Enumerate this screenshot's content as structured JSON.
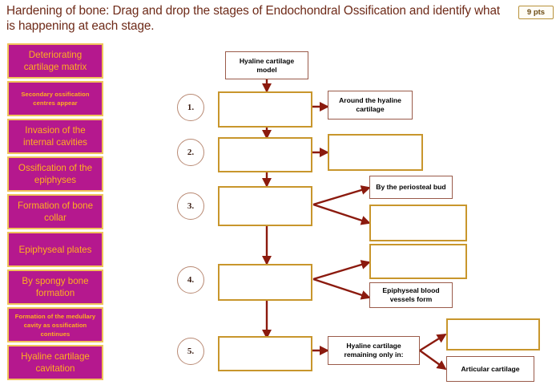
{
  "header": {
    "title": "Hardening of bone: Drag and drop the stages of Endochondral Ossification and identify what is happening at each stage.",
    "points": "9 pts"
  },
  "palette": {
    "tile_background": "#b5188e",
    "tile_border": "#f0c35a",
    "tile_text": "#ffb01f",
    "title_text": "#6e2a18",
    "filled_node_border": "#9a5b4a",
    "empty_node_border": "#c8962c",
    "arrow": "#8b1a0e",
    "badge_border": "#b8923c"
  },
  "sidebar": {
    "items": [
      {
        "label": "Deteriorating cartilage matrix",
        "size": "lg"
      },
      {
        "label": "Secondary ossification centres appear",
        "size": "sm"
      },
      {
        "label": "Invasion of the internal cavities",
        "size": "lg"
      },
      {
        "label": "Ossification of the epiphyses",
        "size": "lg"
      },
      {
        "label": "Formation of bone collar",
        "size": "lg"
      },
      {
        "label": "Epiphyseal plates",
        "size": "lg"
      },
      {
        "label": "By spongy bone formation",
        "size": "lg"
      },
      {
        "label": "Formation of the medullary cavity as ossification continues",
        "size": "sm"
      },
      {
        "label": "Hyaline cartilage cavitation",
        "size": "lg"
      }
    ]
  },
  "diagram": {
    "stage_numbers": [
      "1.",
      "2.",
      "3.",
      "4.",
      "5."
    ],
    "nodes": [
      {
        "id": "source",
        "label": "Hyaline cartilage model",
        "state": "filled"
      },
      {
        "id": "stage1-main",
        "label": "",
        "state": "empty"
      },
      {
        "id": "stage1-detail",
        "label": "Around the hyaline cartilage",
        "state": "filled"
      },
      {
        "id": "stage2-main",
        "label": "",
        "state": "empty"
      },
      {
        "id": "stage2-detail",
        "label": "",
        "state": "empty"
      },
      {
        "id": "stage3-main",
        "label": "",
        "state": "empty"
      },
      {
        "id": "stage3-detail-a",
        "label": "By the periosteal bud",
        "state": "filled"
      },
      {
        "id": "stage3-detail-b",
        "label": "",
        "state": "empty"
      },
      {
        "id": "stage4-main",
        "label": "",
        "state": "empty"
      },
      {
        "id": "stage4-detail-a",
        "label": "",
        "state": "empty"
      },
      {
        "id": "stage4-detail-b",
        "label": "Epiphyseal blood vessels form",
        "state": "filled"
      },
      {
        "id": "stage5-main",
        "label": "",
        "state": "empty"
      },
      {
        "id": "stage5-detail",
        "label": "Hyaline cartilage remaining only in:",
        "state": "filled"
      },
      {
        "id": "stage5-sub-a",
        "label": "",
        "state": "empty"
      },
      {
        "id": "stage5-sub-b",
        "label": "Articular cartilage",
        "state": "filled"
      }
    ]
  }
}
